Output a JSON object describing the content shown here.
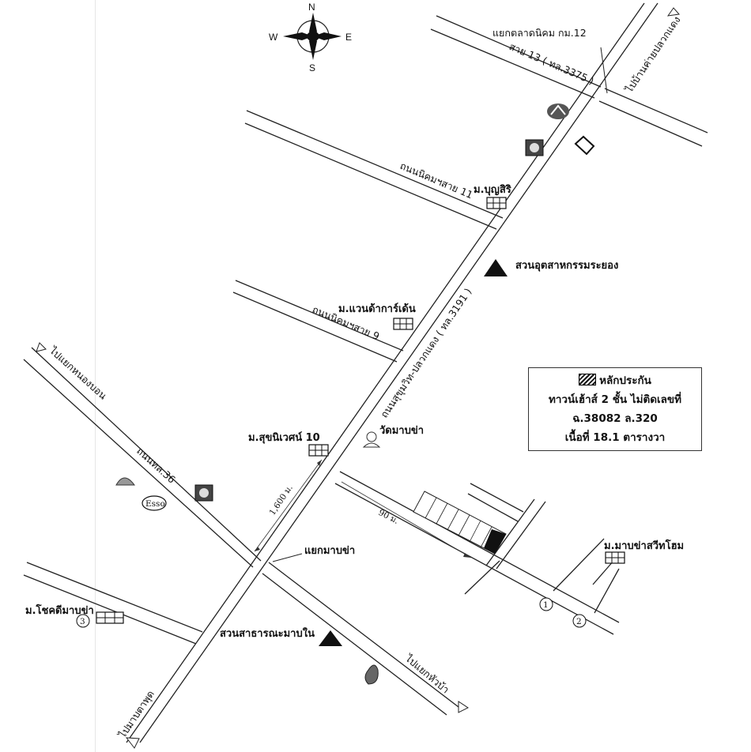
{
  "compass": {
    "n": "N",
    "s": "S",
    "e": "E",
    "w": "W"
  },
  "labels": {
    "junction_nikhom": "แยกตลาดนิคม กม.12",
    "road_13": "สาย 13 ( ทล.3375 )",
    "to_ban_khai": "ไปบ้านค่ายปลวกแดง",
    "road_nikhom_11": "ถนนนิคมฯสาย 11",
    "mu_boonsiri": "ม.บุญสิริ",
    "industrial_park": "สวนอุตสาหกรรมระยอง",
    "mu_wanda": "ม.แวนด้าการ์เด้น",
    "road_nikhom_9": "ถนนนิคมฯสาย 9",
    "sukhumvit": "ถนนสุขุมวิท-ปลวกแดง ( ทล.3191 )",
    "to_nong_bon": "ไปแยกหนองบอน",
    "wat_map_cha": "วัดมาบข่า",
    "mu_suchaniwet": "ม.สุขนิเวศน์ 10",
    "road_36": "ถนนทล.36",
    "dist_1600": "1,600 ม.",
    "dist_90": "90 ม.",
    "junction_map_cha": "แยกมาบข่า",
    "mu_map_cha_sweet": "ม.มาบข่าสวีทโฮม",
    "mu_chokdee": "ม.โชคดีมาบข่า",
    "park_public": "สวนสาธารณะมาบใน",
    "to_hupma": "ไปแยกหัวบ้า",
    "to_map_ta_phut": "ไปมาบตาพุด",
    "num1": "1",
    "num2": "2",
    "num3": "3",
    "esso": "Esso"
  },
  "legend": {
    "title": "หลักประกัน",
    "line1": "ทาวน์เฮ้าส์ 2 ชั้น ไม่ติดเลขที่",
    "line2": "ฉ.38082 ล.320",
    "line3": "เนื้อที่ 18.1 ตารางวา"
  }
}
